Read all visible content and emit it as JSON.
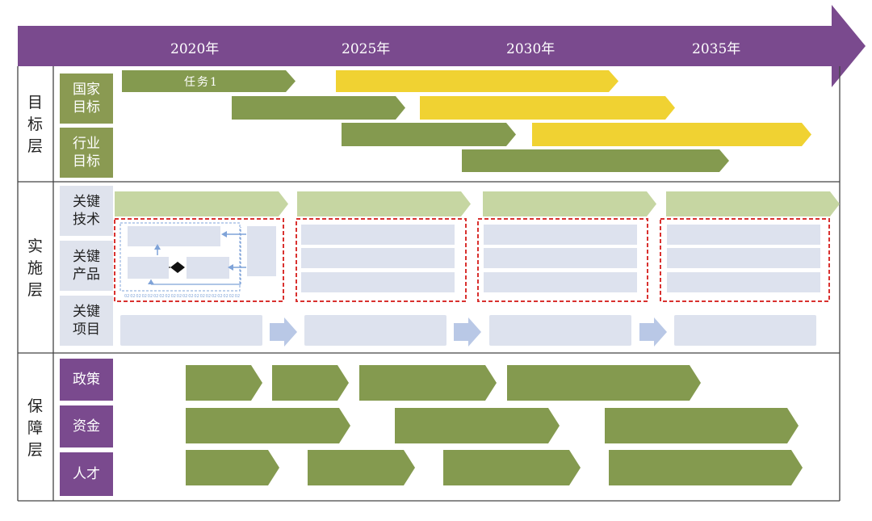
{
  "colors": {
    "timeline": "#7a4a8e",
    "olive": "#849a4f",
    "yellow": "#f0d232",
    "pale_green": "#c6d6a2",
    "pale_blue": "#dde2ee",
    "dash_red": "#d9312f",
    "dash_blue": "#7fa3d8"
  },
  "timeline": {
    "years": [
      "2020年",
      "2025年",
      "2030年",
      "2035年"
    ]
  },
  "layers": {
    "target": {
      "label": "目标层",
      "sub": [
        {
          "label": "国家目标"
        },
        {
          "label": "行业目标"
        }
      ],
      "task_label": "任务1"
    },
    "implementation": {
      "label": "实施层",
      "sub": [
        {
          "label": "关键技术"
        },
        {
          "label": "关键产品"
        },
        {
          "label": "关键项目"
        }
      ]
    },
    "support": {
      "label": "保障层",
      "sub": [
        {
          "label": "政策"
        },
        {
          "label": "资金"
        },
        {
          "label": "人才"
        }
      ]
    }
  },
  "dotted_ticks": [
    "02",
    "02",
    "02",
    "02",
    "02",
    "02",
    "02",
    "02",
    "02",
    "02",
    "02",
    "02",
    "02",
    "02",
    "02",
    "02",
    "02",
    "02",
    "02",
    "02"
  ]
}
